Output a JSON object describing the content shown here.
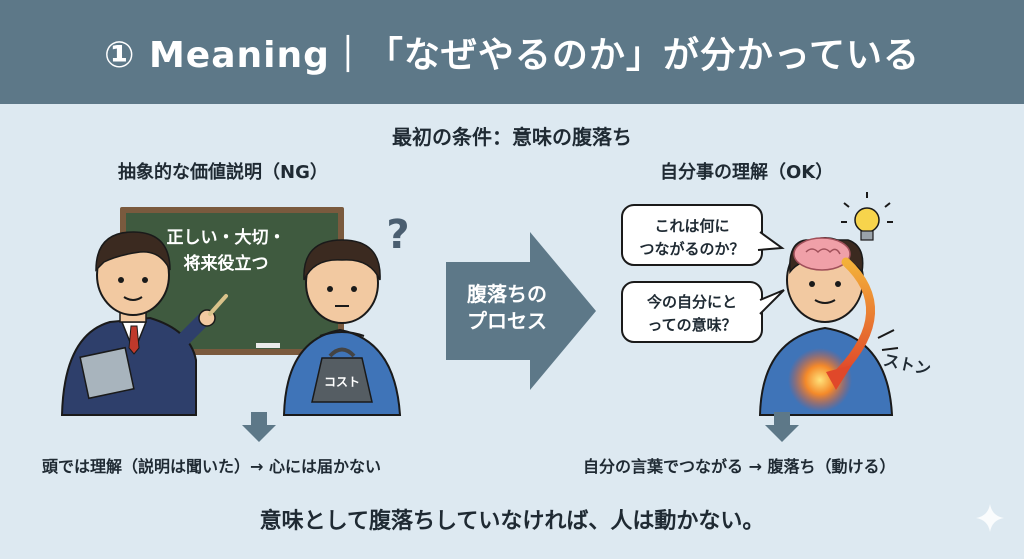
{
  "header": {
    "title": "① Meaning｜「なぜやるのか」が分かっている"
  },
  "subtitle": "最初の条件：意味の腹落ち",
  "left": {
    "title": "抽象的な価値説明（NG）",
    "board_line1": "正しい・大切・",
    "board_line2": "将来役立つ",
    "question_mark": "?",
    "weight_label": "コスト",
    "result": "頭では理解（説明は聞いた）→ 心には届かない"
  },
  "arrow": {
    "line1": "腹落ちの",
    "line2": "プロセス"
  },
  "right": {
    "title": "自分事の理解（OK）",
    "bubble1_line1": "これは何に",
    "bubble1_line2": "つながるのか？",
    "bubble2_line1": "今の自分にと",
    "bubble2_line2": "っての意味？",
    "impact_label": "ストン",
    "result": "自分の言葉でつながる → 腹落ち（動ける）"
  },
  "conclusion": "意味として腹落ちしていなければ、人は動かない。",
  "colors": {
    "header_bg": "#5d7888",
    "background": "#dde9f1",
    "board": "#3f5a3f",
    "arrow": "#5d7888",
    "shirt": "#3f74b8",
    "suit": "#2e3f6b",
    "glow": "#e8512a"
  }
}
